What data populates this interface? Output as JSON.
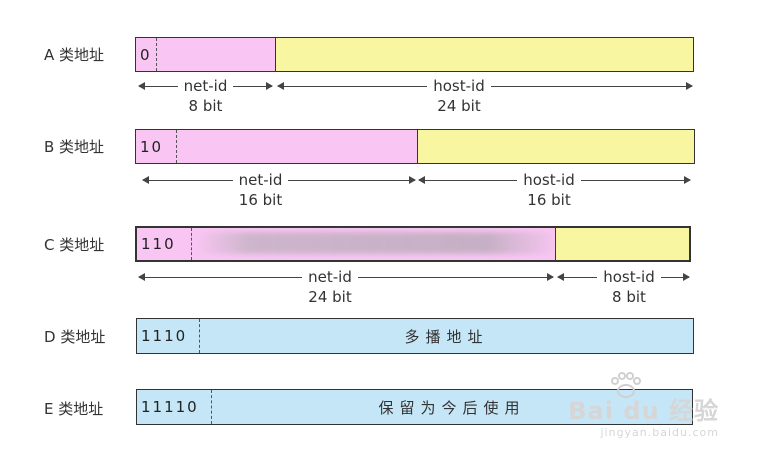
{
  "rows": [
    {
      "label": "A 类地址",
      "prefix": "0",
      "fields": [
        {
          "name": "net-id",
          "bits": "8 bit"
        },
        {
          "name": "host-id",
          "bits": "24 bit"
        }
      ]
    },
    {
      "label": "B 类地址",
      "prefix": "10",
      "fields": [
        {
          "name": "net-id",
          "bits": "16 bit"
        },
        {
          "name": "host-id",
          "bits": "16 bit"
        }
      ]
    },
    {
      "label": "C 类地址",
      "prefix": "110",
      "fields": [
        {
          "name": "net-id",
          "bits": "24 bit"
        },
        {
          "name": "host-id",
          "bits": "8 bit"
        }
      ]
    },
    {
      "label": "D 类地址",
      "prefix": "1110",
      "text": "多播地址"
    },
    {
      "label": "E 类地址",
      "prefix": "11110",
      "text": "保留为今后使用"
    }
  ],
  "watermark": {
    "main": "Bai du 经验",
    "sub": "jingyan.baidu.com"
  },
  "colors": {
    "net": "#f9c6f3",
    "host": "#f8f6a0",
    "reserved": "#c5e6f7"
  }
}
